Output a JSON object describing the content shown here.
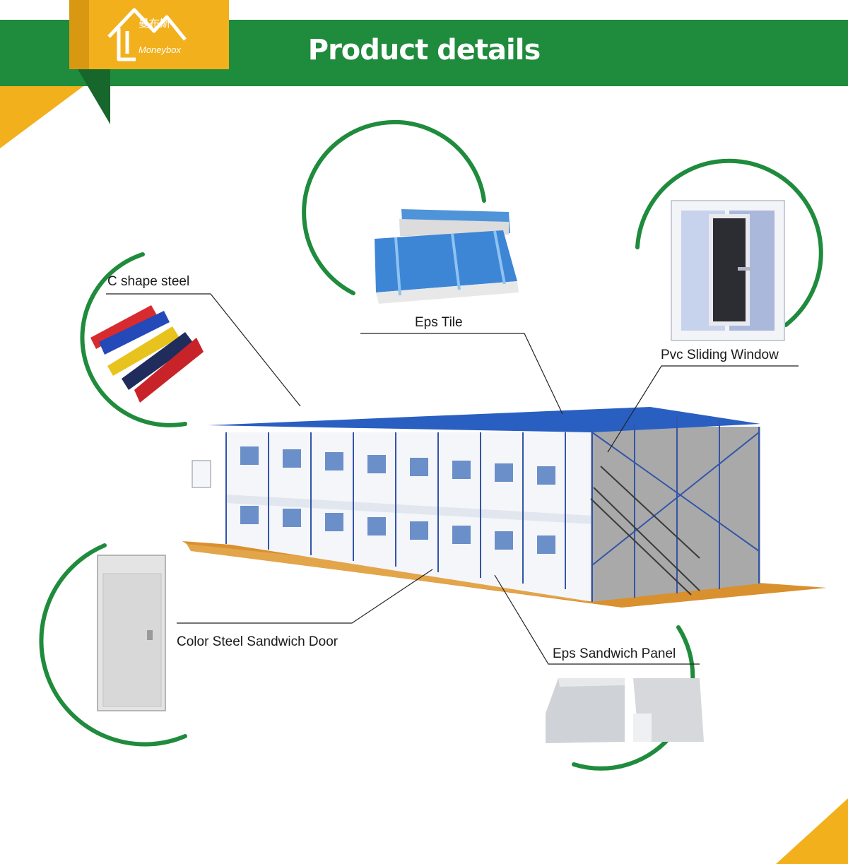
{
  "header": {
    "title": "Product details",
    "logo": {
      "brand": "曼布斯",
      "sub": "Moneybox"
    },
    "colors": {
      "green": "#1f8b3c",
      "orange": "#f2b01c"
    }
  },
  "callouts": {
    "c_shape_steel": "C shape steel",
    "eps_tile": "Eps Tile",
    "pvc_window": "Pvc Sliding Window",
    "door": "Color Steel Sandwich Door",
    "sandwich_panel": "Eps Sandwich Panel"
  },
  "building": {
    "roof_color": "#2a5fc2",
    "frame_color": "#3355a8",
    "base_color": "#d9902e"
  },
  "steel_colors": [
    "#d82b2f",
    "#2449b8",
    "#e8c31d",
    "#1f2c5c",
    "#c9232a"
  ]
}
